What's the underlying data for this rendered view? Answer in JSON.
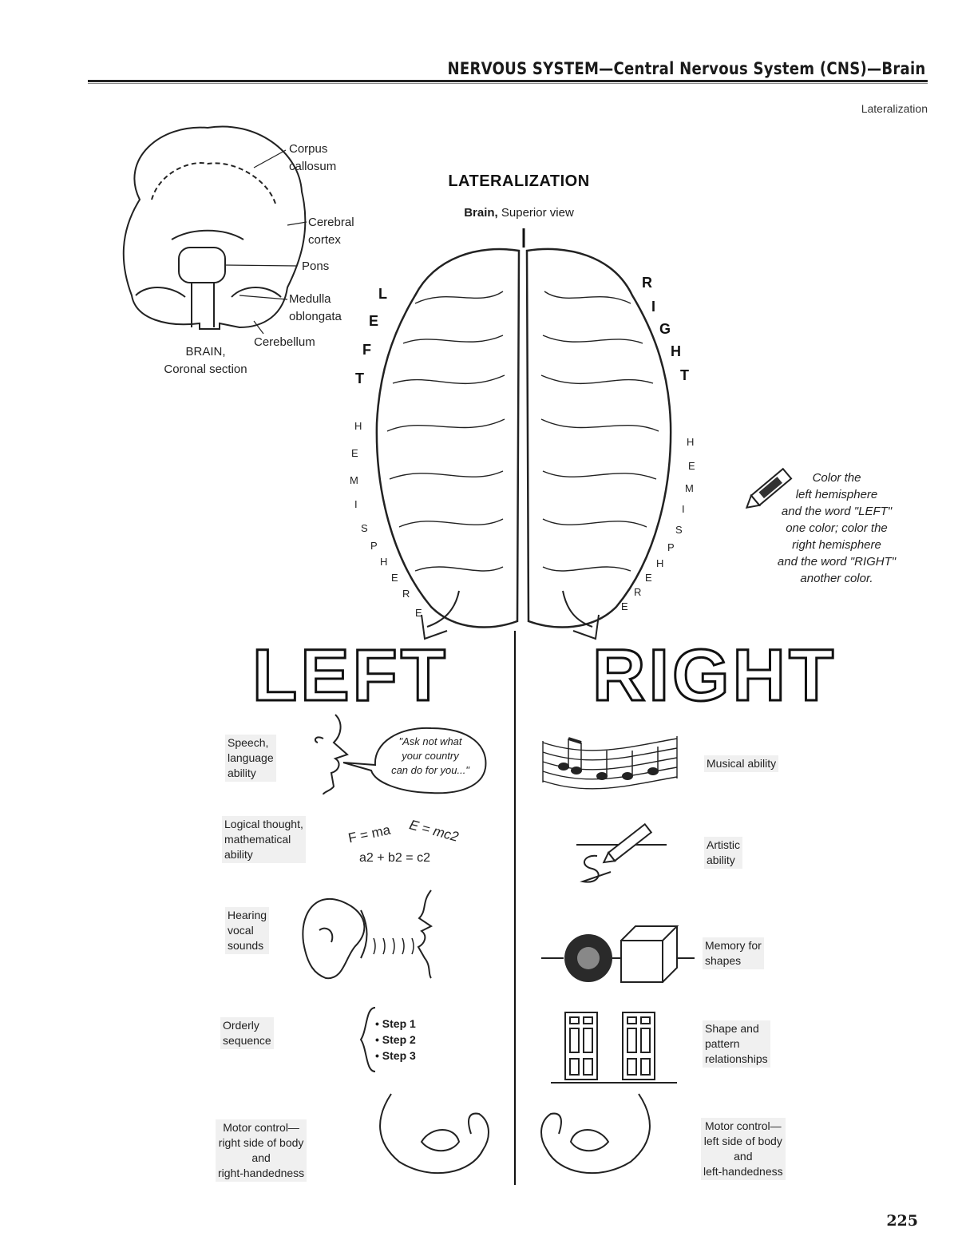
{
  "header": {
    "title": "NERVOUS SYSTEM—Central Nervous System (CNS)—Brain",
    "subtitle": "Lateralization"
  },
  "coronal": {
    "labels": {
      "corpus": "Corpus\ncallosum",
      "cortex": "Cerebral\ncortex",
      "pons": "Pons",
      "medulla": "Medulla\noblongata",
      "cerebellum": "Cerebellum"
    },
    "caption": "BRAIN,\nCoronal section"
  },
  "lateral": {
    "title": "LATERALIZATION",
    "view_bold": "Brain,",
    "view_rest": " Superior view"
  },
  "side_letters": {
    "left": [
      "L",
      "E",
      "F",
      "T"
    ],
    "right": [
      "R",
      "I",
      "G",
      "H",
      "T"
    ]
  },
  "hemisphere_letters": [
    "H",
    "E",
    "M",
    "I",
    "S",
    "P",
    "H",
    "E",
    "R",
    "E"
  ],
  "big_words": {
    "left": "LEFT",
    "right": "RIGHT"
  },
  "instruction": "Color the\nleft hemisphere\nand the word \"LEFT\"\none color; color the\nright hemisphere\nand the word \"RIGHT\"\nanother color.",
  "left_functions": {
    "speech": "Speech,\nlanguage\nability",
    "logic": "Logical thought,\nmathematical\nability",
    "hearing": "Hearing\nvocal\nsounds",
    "order": "Orderly\nsequence",
    "motor": "Motor control—\nright side of body\nand\nright-handedness"
  },
  "speech_bubble": "\"Ask not what\nyour country\ncan do for you...\"",
  "formulas": {
    "f1": "F = ma",
    "f2": "E = mc2",
    "f3": "a2 + b2 = c2"
  },
  "steps": [
    "• Step 1",
    "• Step 2",
    "• Step 3"
  ],
  "right_functions": {
    "music": "Musical ability",
    "art": "Artistic\nability",
    "memory": "Memory for\nshapes",
    "shape": "Shape and\npattern\nrelationships",
    "motor": "Motor control—\nleft side of body\nand\nleft-handedness"
  },
  "page_number": "225"
}
